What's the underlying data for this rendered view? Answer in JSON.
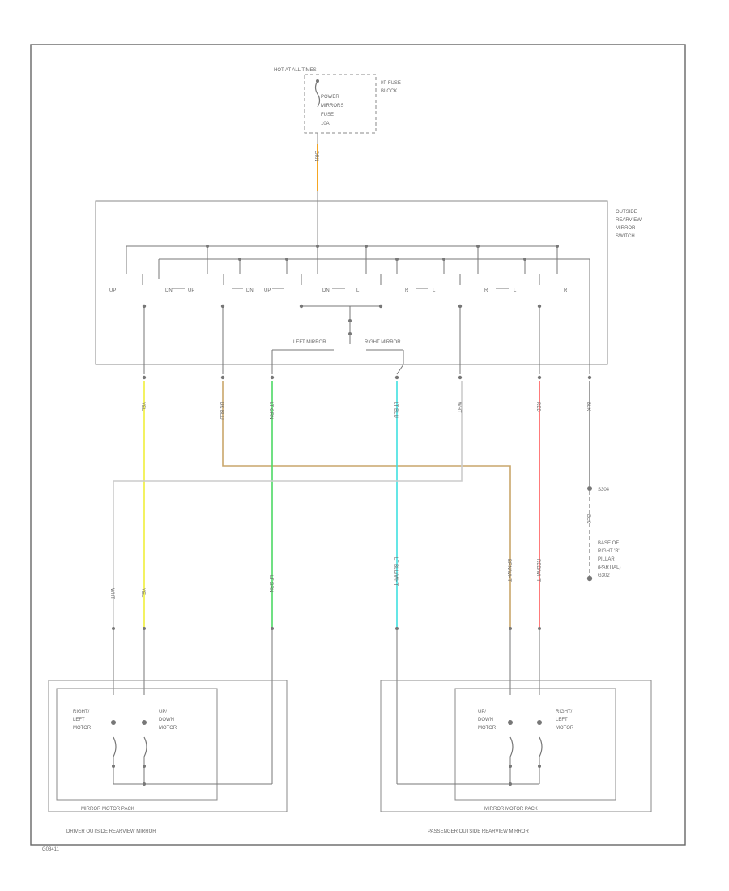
{
  "fuse_block": {
    "header": "HOT AT ALL TIMES",
    "lines": [
      "POWER",
      "MIRRORS",
      "FUSE",
      "10A"
    ],
    "side_lines": [
      "I/P FUSE",
      "BLOCK"
    ]
  },
  "switch": {
    "title_lines": [
      "OUTSIDE",
      "REARVIEW",
      "MIRROR",
      "SWITCH"
    ],
    "contact_labels": [
      "UP",
      "DN",
      "UP",
      "DN",
      "UP",
      "DN",
      "L",
      "R",
      "L",
      "R",
      "L",
      "R"
    ],
    "left_mirror": "LEFT MIRROR",
    "right_mirror": "RIGHT MIRROR"
  },
  "wires_top": [
    {
      "label": "ORN",
      "color": "#f5a623"
    },
    {
      "label": "YEL",
      "color": "#f0ef3a"
    },
    {
      "label": "DK BLU",
      "color": "#c9a66b"
    },
    {
      "label": "LT GRN",
      "color": "#4cd964"
    },
    {
      "label": "LT BLU",
      "color": "#3fe0e0"
    },
    {
      "label": "WHT",
      "color": "#cccccc"
    },
    {
      "label": "RED",
      "color": "#ff5a5a"
    },
    {
      "label": "BLK",
      "color": "#777777"
    }
  ],
  "wires_bottom": [
    "WHT",
    "YEL",
    "LT GRN",
    "LT BLU/WHT",
    "BRN/WHT",
    "RED/WHT"
  ],
  "ground": {
    "splice": "S304",
    "wire": "BLK",
    "location_lines": [
      "BASE OF",
      "RIGHT 'B'",
      "PILLAR",
      "(PARTIAL)",
      "G302"
    ]
  },
  "driver_mirror": {
    "motor1_lines": [
      "RIGHT/",
      "LEFT",
      "MOTOR"
    ],
    "motor2_lines": [
      "UP/",
      "DOWN",
      "MOTOR"
    ],
    "pack_label": "MIRROR MOTOR PACK",
    "label": "DRIVER OUTSIDE REARVIEW MIRROR"
  },
  "passenger_mirror": {
    "motor1_lines": [
      "UP/",
      "DOWN",
      "MOTOR"
    ],
    "motor2_lines": [
      "RIGHT/",
      "LEFT",
      "MOTOR"
    ],
    "pack_label": "MIRROR MOTOR PACK",
    "label": "PASSENGER OUTSIDE REARVIEW MIRROR"
  },
  "diagram_code": "G03411"
}
